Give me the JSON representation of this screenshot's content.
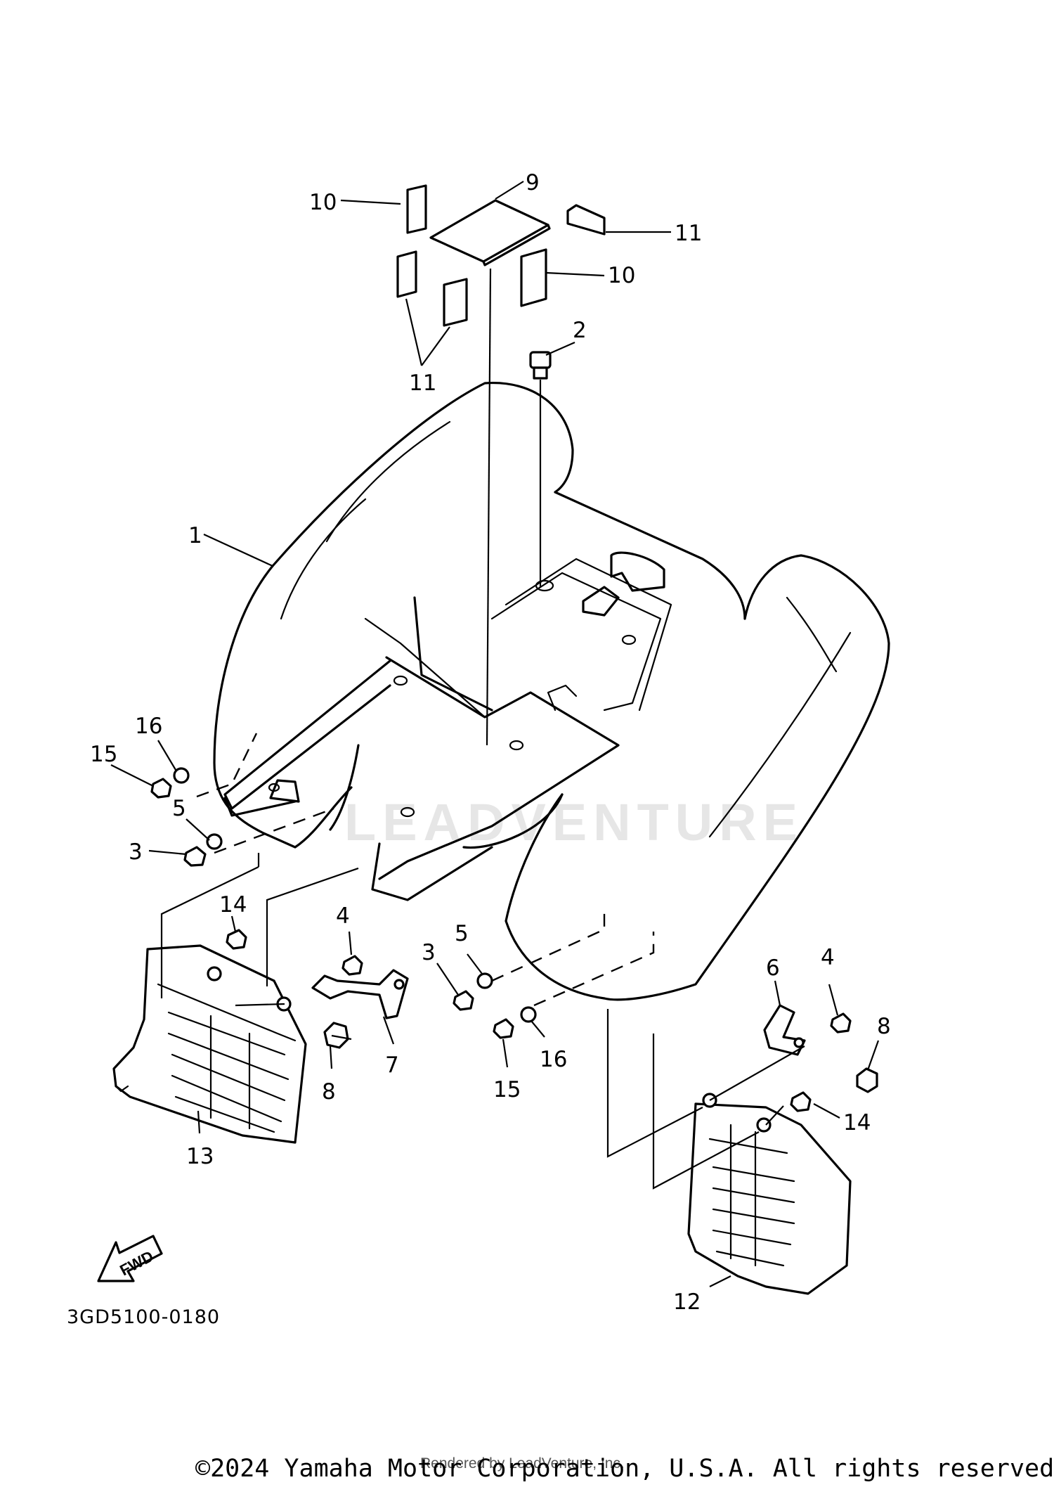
{
  "diagram": {
    "part_code": "3GD5100-0180",
    "direction_label": "FWD",
    "watermark": "LEADVENTURE",
    "copyright": "©2024 Yamaha Motor Corporation, U.S.A. All rights reserved.",
    "rendered_by": "Rendered by LeadVenture, Inc.",
    "callouts": [
      "1",
      "2",
      "3",
      "3",
      "4",
      "4",
      "5",
      "5",
      "6",
      "7",
      "8",
      "8",
      "9",
      "10",
      "10",
      "11",
      "11",
      "12",
      "13",
      "14",
      "14",
      "15",
      "15",
      "16",
      "16"
    ]
  }
}
